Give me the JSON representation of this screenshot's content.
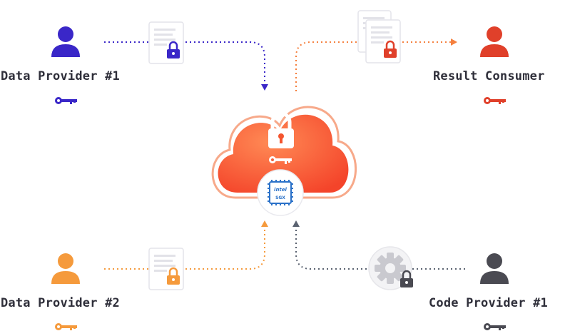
{
  "actors": {
    "data_provider_1": {
      "label": "Data Provider #1",
      "color": "#3a27c8"
    },
    "data_provider_2": {
      "label": "Data Provider #2",
      "color": "#f59a3c"
    },
    "result_consumer": {
      "label": "Result Consumer",
      "color": "#e0402a"
    },
    "code_provider_1": {
      "label": "Code Provider #1",
      "color": "#4a4a52"
    }
  },
  "enclave": {
    "chip_brand": "intel",
    "chip_text": "SGX",
    "cloud_color": "#fc6a3c"
  },
  "icons": [
    "user-icon",
    "key-icon",
    "document-icon",
    "lock-icon",
    "gear-icon",
    "cloud-icon",
    "chip-icon"
  ]
}
